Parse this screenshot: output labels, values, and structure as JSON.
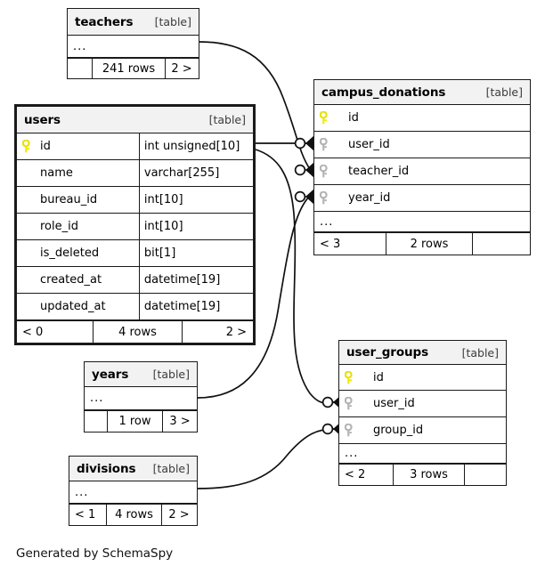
{
  "diagram": {
    "caption": "Generated by SchemaSpy",
    "table_tag": "[table]",
    "ellipsis": "...",
    "pk_icon": "key-icon-primary",
    "fk_icon": "key-icon-foreign",
    "colors": {
      "primary_key": "#f2ea00",
      "foreign_key": "#b3b3b3",
      "border": "#1a1a1a",
      "header_bg": "#f2f2f2",
      "background": "#ffffff"
    }
  },
  "tables": {
    "teachers": {
      "name": "teachers",
      "tag": "[table]",
      "ellipsis": "...",
      "footer": {
        "prev": "",
        "rows": "241 rows",
        "next": "2 >"
      }
    },
    "users": {
      "name": "users",
      "tag": "[table]",
      "focused": true,
      "columns": [
        {
          "name": "id",
          "type": "int unsigned[10]",
          "key": "primary"
        },
        {
          "name": "name",
          "type": "varchar[255]",
          "key": "none"
        },
        {
          "name": "bureau_id",
          "type": "int[10]",
          "key": "none"
        },
        {
          "name": "role_id",
          "type": "int[10]",
          "key": "none"
        },
        {
          "name": "is_deleted",
          "type": "bit[1]",
          "key": "none"
        },
        {
          "name": "created_at",
          "type": "datetime[19]",
          "key": "none"
        },
        {
          "name": "updated_at",
          "type": "datetime[19]",
          "key": "none"
        }
      ],
      "footer": {
        "prev": "< 0",
        "rows": "4 rows",
        "next": "2 >"
      }
    },
    "campus_donations": {
      "name": "campus_donations",
      "tag": "[table]",
      "ellipsis": "...",
      "columns": [
        {
          "name": "id",
          "key": "primary"
        },
        {
          "name": "user_id",
          "key": "foreign"
        },
        {
          "name": "teacher_id",
          "key": "foreign"
        },
        {
          "name": "year_id",
          "key": "foreign"
        }
      ],
      "footer": {
        "prev": "< 3",
        "rows": "2 rows",
        "next": ""
      }
    },
    "user_groups": {
      "name": "user_groups",
      "tag": "[table]",
      "ellipsis": "...",
      "columns": [
        {
          "name": "id",
          "key": "primary"
        },
        {
          "name": "user_id",
          "key": "foreign"
        },
        {
          "name": "group_id",
          "key": "foreign"
        }
      ],
      "footer": {
        "prev": "< 2",
        "rows": "3 rows",
        "next": ""
      }
    },
    "years": {
      "name": "years",
      "tag": "[table]",
      "ellipsis": "...",
      "footer": {
        "prev": "",
        "rows": "1 row",
        "next": "3 >"
      }
    },
    "divisions": {
      "name": "divisions",
      "tag": "[table]",
      "ellipsis": "...",
      "footer": {
        "prev": "< 1",
        "rows": "4 rows",
        "next": "2 >"
      }
    }
  },
  "relationships": [
    {
      "from": "users",
      "to": "campus_donations.user_id",
      "cardinality": "zero-or-many"
    },
    {
      "from": "teachers",
      "to": "campus_donations.teacher_id",
      "cardinality": "zero-or-many"
    },
    {
      "from": "years",
      "to": "campus_donations.year_id",
      "cardinality": "zero-or-many"
    },
    {
      "from": "users",
      "to": "user_groups.user_id",
      "cardinality": "zero-or-many"
    },
    {
      "from": "divisions",
      "to": "user_groups.group_id",
      "cardinality": "zero-or-many"
    }
  ]
}
